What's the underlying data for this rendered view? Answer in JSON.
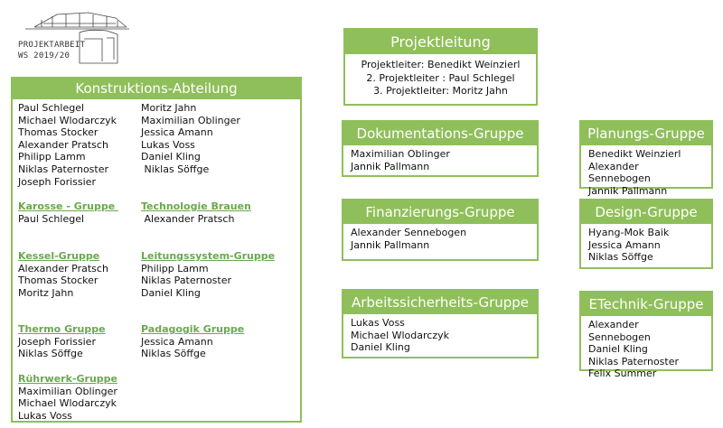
{
  "logo": {
    "line1": "PROJEKTARBEIT",
    "line2": "WS 2019/20"
  },
  "projektleitung": {
    "title": "Projektleitung",
    "lines": [
      "Projektleiter: Benedikt Weinzierl",
      "2. Projektleiter : Paul Schlegel",
      "3. Projektleiter: Moritz Jahn"
    ]
  },
  "konstruktion": {
    "title": "Konstruktions-Abteilung",
    "members_left": [
      "Paul Schlegel",
      "Michael Wlodarczyk",
      "Thomas Stocker",
      "Alexander Pratsch",
      "Philipp Lamm",
      "Niklas Paternoster",
      "Joseph Forissier"
    ],
    "members_right": [
      "Moritz Jahn",
      "Maximilian Oblinger",
      "Jessica Amann",
      "Lukas Voss",
      "Daniel Kling",
      " Niklas Söffge"
    ],
    "karosse": {
      "title": "Karosse - Gruppe ",
      "members": [
        "Paul Schlegel"
      ]
    },
    "technologie": {
      "title": "Technologie Brauen",
      "members": [
        " Alexander Pratsch"
      ]
    },
    "kessel": {
      "title": "Kessel-Gruppe",
      "members": [
        "Alexander Pratsch",
        "Thomas Stocker",
        "Moritz Jahn"
      ]
    },
    "leitung": {
      "title": "Leitungssystem-Gruppe",
      "members": [
        "Philipp Lamm",
        "Niklas Paternoster",
        "Daniel Kling"
      ]
    },
    "thermo": {
      "title": "Thermo Gruppe",
      "members": [
        "Joseph Forissier",
        "Niklas Söffge"
      ]
    },
    "paedagogik": {
      "title": "Padagogik Gruppe",
      "members": [
        "Jessica Amann",
        "Niklas Söffge"
      ]
    },
    "ruehrwerk": {
      "title": "Rührwerk-Gruppe",
      "members": [
        "Maximilian Oblinger",
        "Michael Wlodarczyk",
        "Lukas Voss"
      ]
    }
  },
  "dokumentation": {
    "title": "Dokumentations-Gruppe",
    "members": [
      "Maximilian Oblinger",
      "Jannik Pallmann"
    ]
  },
  "finanzierung": {
    "title": "Finanzierungs-Gruppe",
    "members": [
      "Alexander Sennebogen",
      "Jannik Pallmann"
    ]
  },
  "arbeitssicherheit": {
    "title": "Arbeitssicherheits-Gruppe",
    "members": [
      "Lukas Voss",
      "Michael Wlodarczyk",
      "Daniel Kling"
    ]
  },
  "planung": {
    "title": "Planungs-Gruppe",
    "members": [
      "Benedikt Weinzierl",
      "Alexander Sennebogen",
      "Jannik Pallmann"
    ]
  },
  "design": {
    "title": "Design-Gruppe",
    "members": [
      "Hyang-Mok Baik",
      "Jessica Amann",
      "Niklas Söffge"
    ]
  },
  "etechnik": {
    "title": "ETechnik-Gruppe",
    "members": [
      "Alexander Sennebogen",
      "Daniel Kling",
      "Niklas Paternoster",
      "Felix Summer"
    ]
  },
  "colors": {
    "accent": "#8fbf5a",
    "group_title": "#6aa84f"
  }
}
